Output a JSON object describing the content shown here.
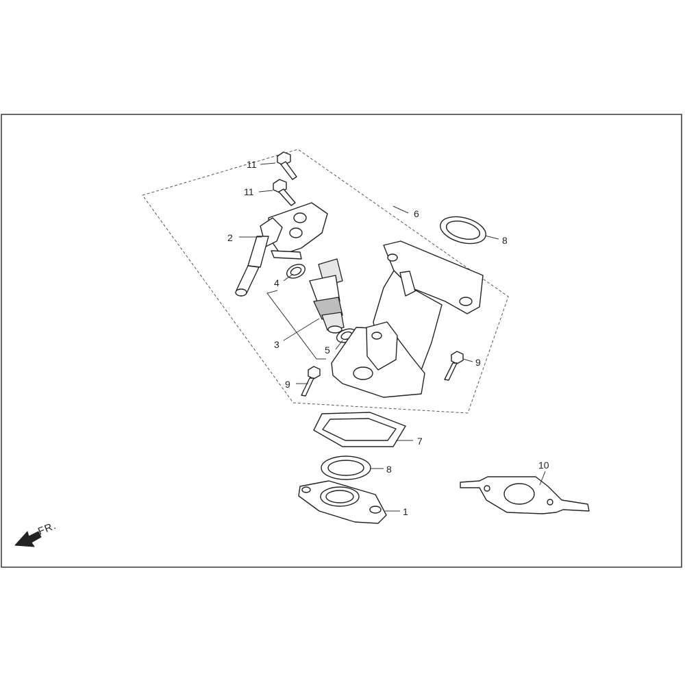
{
  "callouts": {
    "c1": "1",
    "c2": "2",
    "c3": "3",
    "c4": "4",
    "c5": "5",
    "c6": "6",
    "c7": "7",
    "c8a": "8",
    "c8b": "8",
    "c9a": "9",
    "c9b": "9",
    "c10": "10",
    "c11a": "11",
    "c11b": "11"
  },
  "direction_label": "FR."
}
